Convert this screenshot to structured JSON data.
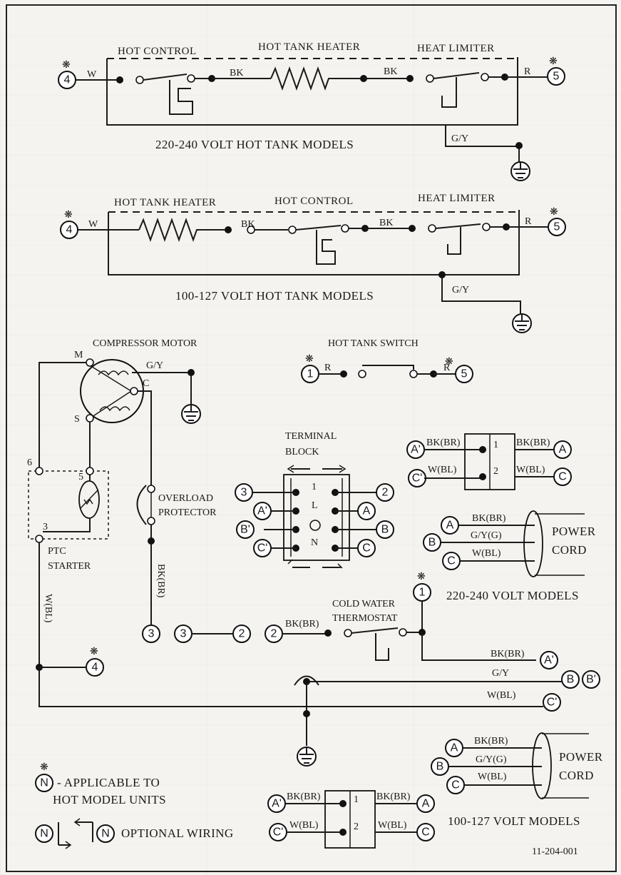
{
  "star": "❋",
  "top": {
    "hot_control": "HOT CONTROL",
    "hot_tank_heater": "HOT TANK HEATER",
    "heat_limiter": "HEAT LIMITER",
    "w": "W",
    "bk1": "BK",
    "bk2": "BK",
    "r": "R",
    "gy": "G/Y",
    "term_left": "4",
    "term_right": "5",
    "caption": "220-240 VOLT HOT TANK MODELS"
  },
  "mid": {
    "hot_tank_heater": "HOT TANK HEATER",
    "hot_control": "HOT CONTROL",
    "heat_limiter": "HEAT LIMITER",
    "w": "W",
    "bk1": "BK",
    "bk2": "BK",
    "r": "R",
    "gy": "G/Y",
    "term_left": "4",
    "term_right": "5",
    "caption": "100-127 VOLT HOT TANK MODELS"
  },
  "motor": {
    "title": "COMPRESSOR MOTOR",
    "m": "M",
    "c": "C",
    "s": "S",
    "gy": "G/Y",
    "n6": "6",
    "n5": "5",
    "n3": "3",
    "ptc1": "PTC",
    "ptc2": "STARTER",
    "overload1": "OVERLOAD",
    "overload2": "PROTECTOR",
    "bkbr": "BK(BR)",
    "wbl": "W(BL)",
    "t3": "3",
    "t4": "4"
  },
  "switch": {
    "title": "HOT TANK SWITCH",
    "r1": "R",
    "r2": "R",
    "t1": "1",
    "t5": "5"
  },
  "terminal": {
    "title1": "TERMINAL",
    "title2": "BLOCK",
    "row1": "1",
    "rowL": "L",
    "rowN": "N",
    "left": [
      "3",
      "A'",
      "B'",
      "C'"
    ],
    "right": [
      "2",
      "A",
      "B",
      "C"
    ]
  },
  "relay_top": {
    "a_prime": "A'",
    "c_prime": "C'",
    "a": "A",
    "c": "C",
    "bkbr_l": "BK(BR)",
    "wbl_l": "W(BL)",
    "bkbr_r": "BK(BR)",
    "wbl_r": "W(BL)",
    "n1": "1",
    "n2": "2"
  },
  "cord220": {
    "a": "A",
    "b": "B",
    "c": "C",
    "bkbr": "BK(BR)",
    "gyg": "G/Y(G)",
    "wbl": "W(BL)",
    "power": "POWER",
    "cord": "CORD",
    "caption": "220-240 VOLT MODELS"
  },
  "thermostat": {
    "t3": "3",
    "t2a": "2",
    "t2b": "2",
    "t1": "1",
    "title1": "COLD WATER",
    "title2": "THERMOSTAT",
    "bkbr": "BK(BR)",
    "bkbr2": "BK(BR)",
    "gy": "G/Y",
    "wbl": "W(BL)",
    "a_prime": "A'",
    "b": "B",
    "b_prime": "B'",
    "c_prime": "C'"
  },
  "cord100": {
    "a": "A",
    "b": "B",
    "c": "C",
    "bkbr": "BK(BR)",
    "gyg": "G/Y(G)",
    "wbl": "W(BL)",
    "power": "POWER",
    "cord": "CORD",
    "caption": "100-127 VOLT MODELS",
    "code": "11-204-001"
  },
  "relay_bottom": {
    "a_prime": "A'",
    "c_prime": "C'",
    "a": "A",
    "c": "C",
    "bkbr_l": "BK(BR)",
    "wbl_l": "W(BL)",
    "bkbr_r": "BK(BR)",
    "wbl_r": "W(BL)",
    "n1": "1",
    "n2": "2"
  },
  "legend": {
    "n": "N",
    "applicable1": "- APPLICABLE TO",
    "applicable2": "HOT MODEL UNITS",
    "optional": "OPTIONAL WIRING"
  }
}
